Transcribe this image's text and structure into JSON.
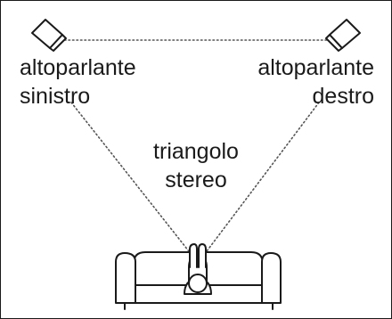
{
  "labels": {
    "left_speaker": [
      "altoparlante",
      "sinistro"
    ],
    "right_speaker": [
      "altoparlante",
      "destro"
    ],
    "triangle": [
      "triangolo",
      "stereo"
    ]
  },
  "icons": {
    "left_speaker": "speaker-icon",
    "right_speaker": "speaker-icon",
    "listener": "person-on-sofa-icon"
  },
  "colors": {
    "stroke": "#1a1a1a",
    "dotted": "#555555",
    "background": "#ffffff"
  }
}
